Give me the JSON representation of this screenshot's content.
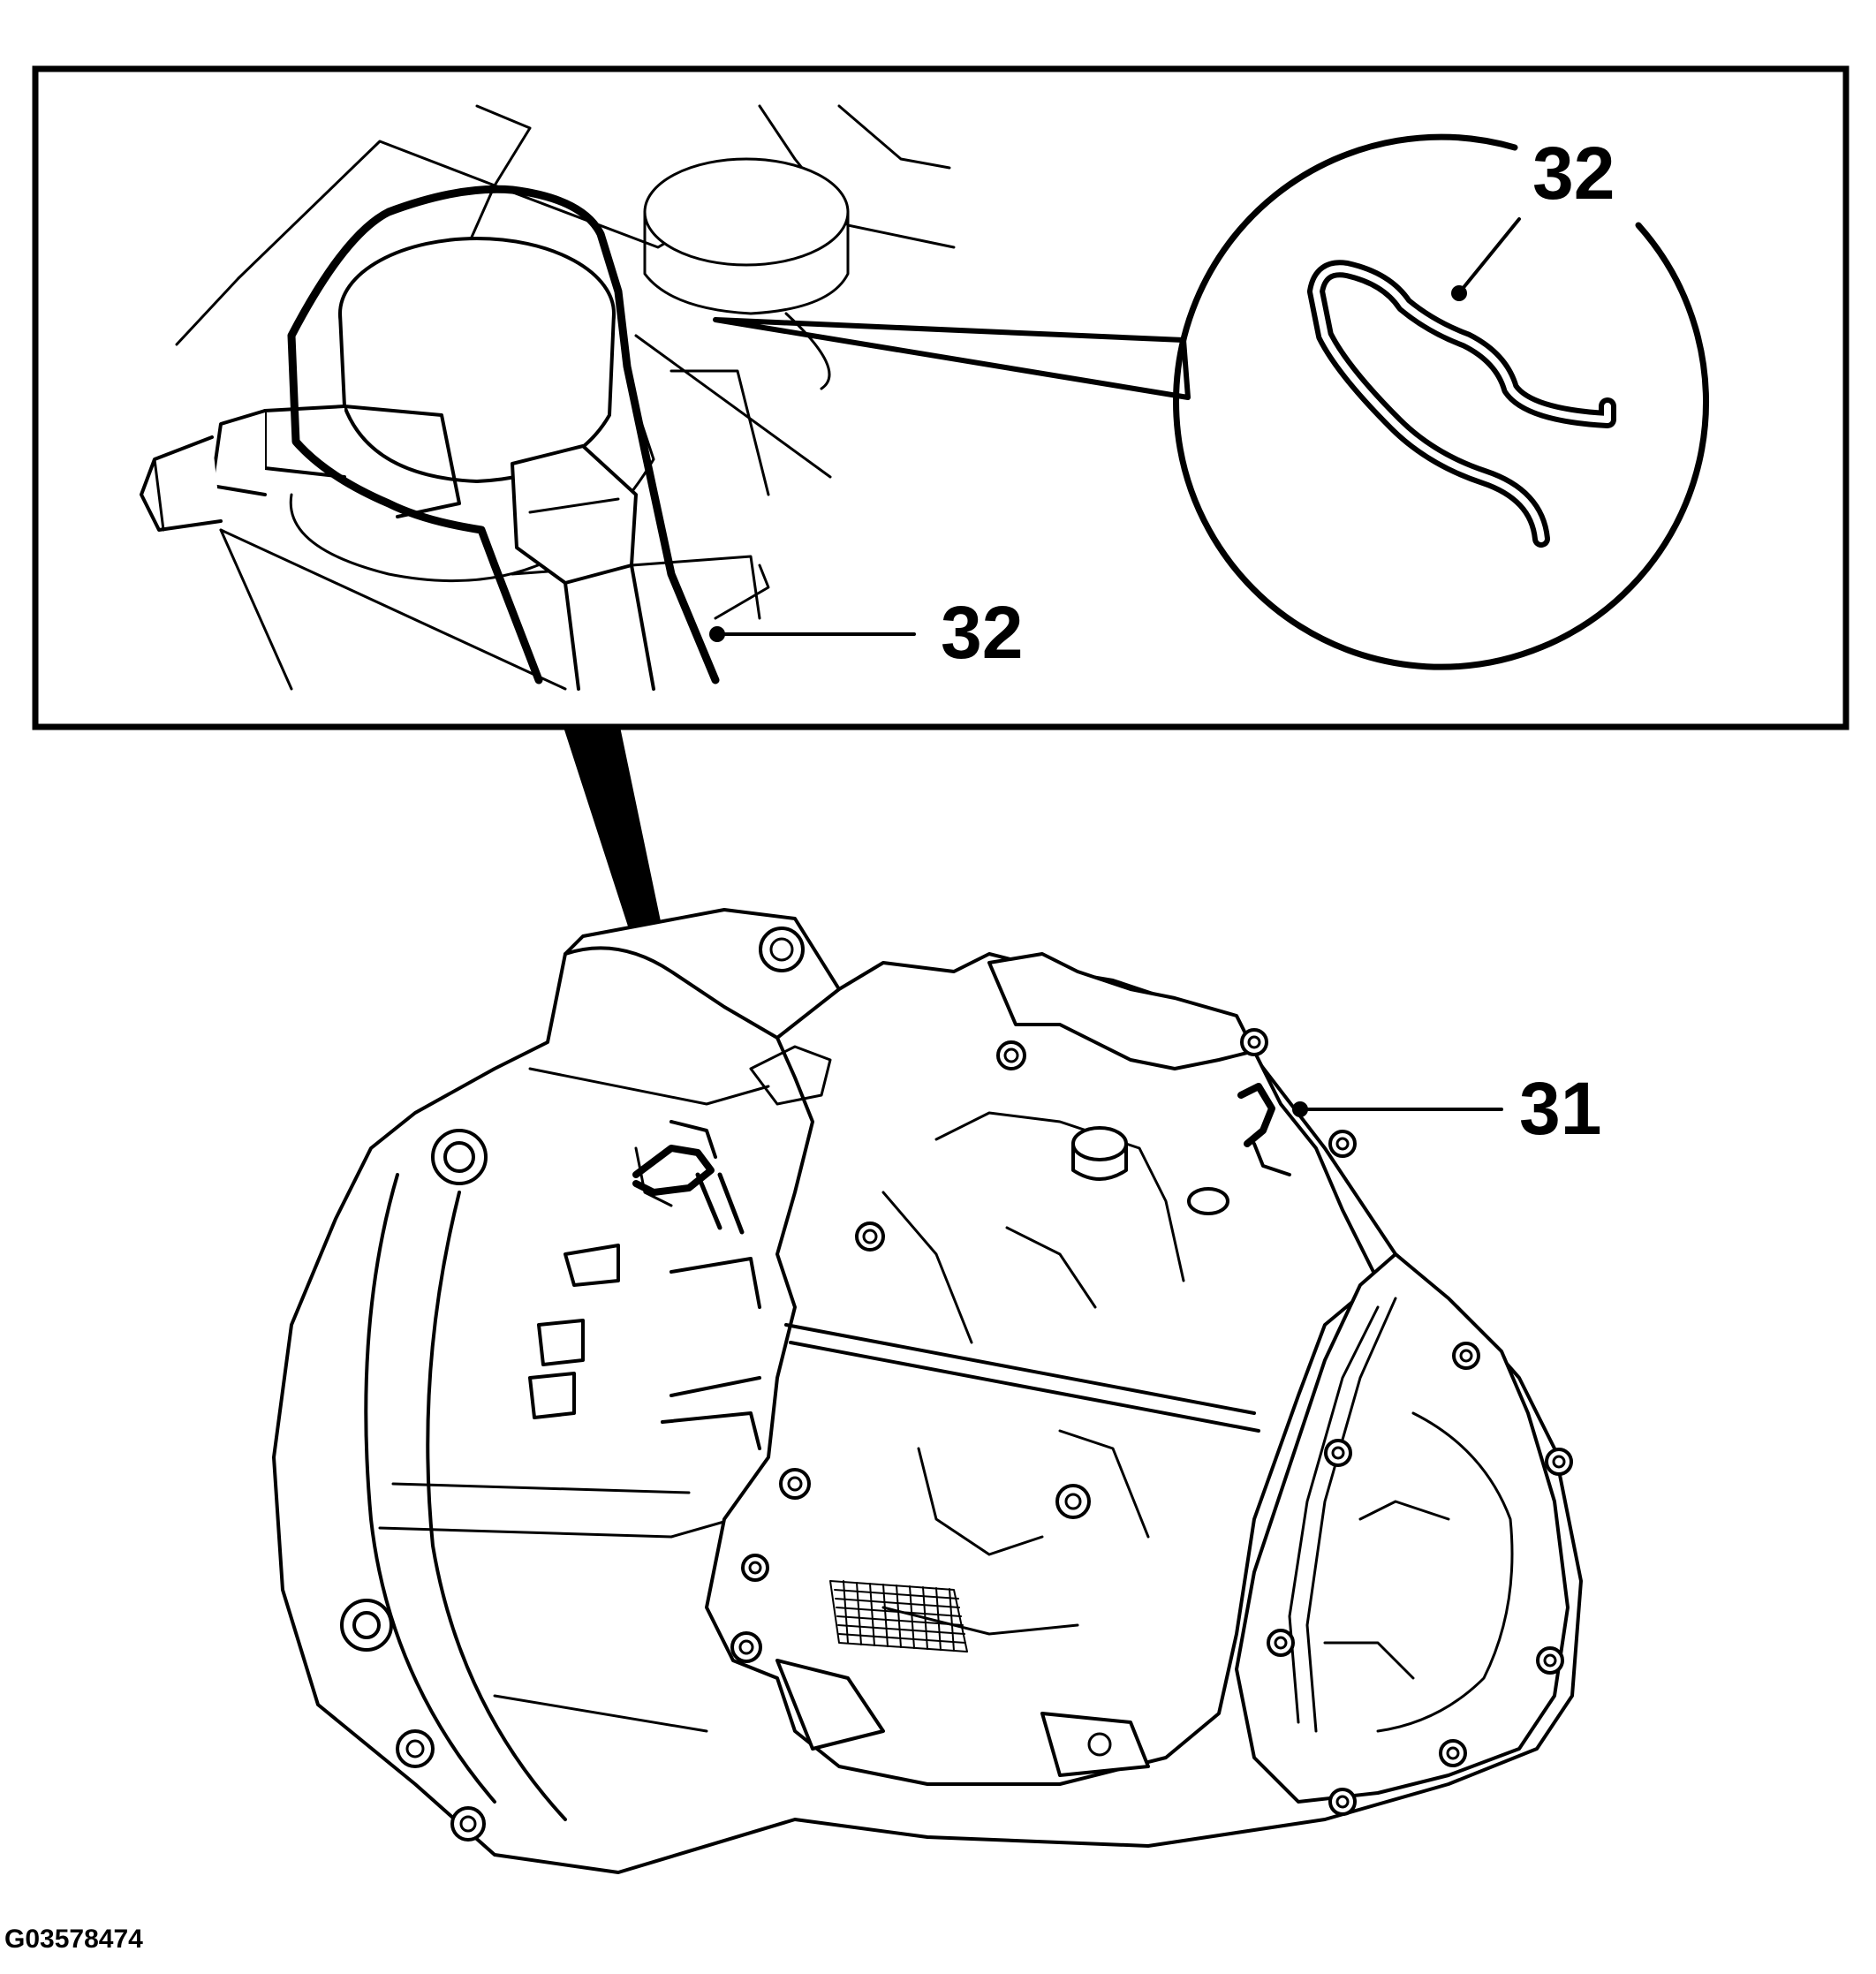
{
  "callouts": {
    "clip_zoom_label": "32",
    "clip_installed_label": "32",
    "transaxle_part_label": "31"
  },
  "figure_id": "G03578474",
  "colors": {
    "line": "#000000",
    "background": "#ffffff"
  }
}
